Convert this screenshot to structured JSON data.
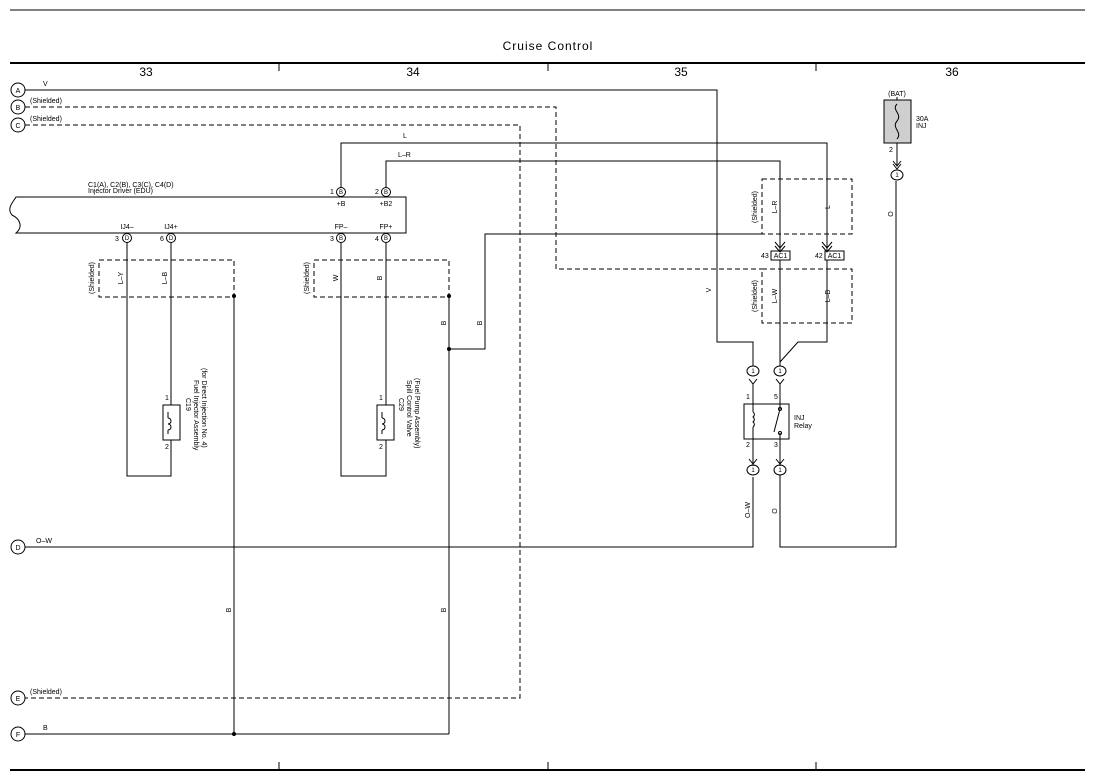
{
  "title": "Cruise Control",
  "columns": [
    "33",
    "34",
    "35",
    "36"
  ],
  "terminals": {
    "A": "A",
    "B": "B",
    "C": "C",
    "D": "D",
    "E": "E",
    "F": "F"
  },
  "terminal_labels": {
    "A": "V",
    "B": "(Shielded)",
    "C": "(Shielded)",
    "D": "O–W",
    "E": "(Shielded)",
    "F": "B"
  },
  "edu": {
    "connectors": "C1(A), C2(B), C3(C), C4(D)",
    "name": "Injector Driver (EDU)",
    "pins": [
      {
        "num": "3",
        "conn": "D",
        "label": "IJ4–"
      },
      {
        "num": "6",
        "conn": "D",
        "label": "IJ4+"
      },
      {
        "num": "1",
        "conn": "B",
        "label": "+B"
      },
      {
        "num": "2",
        "conn": "B",
        "label": "+B2"
      },
      {
        "num": "3",
        "conn": "B",
        "label": "FP–"
      },
      {
        "num": "4",
        "conn": "B",
        "label": "FP+"
      }
    ]
  },
  "wires": {
    "L": "L",
    "L_R": "L–R",
    "L_Y": "L–Y",
    "L_B": "L–B",
    "W": "W",
    "B": "B",
    "V": "V",
    "L_W": "L–W",
    "O": "O",
    "O_W": "O–W"
  },
  "shielded": "(Shielded)",
  "injector": {
    "code": "C19",
    "name": "Fuel Injector Assembly",
    "sub": "(for Direct Injection No. 4)",
    "pin1": "1",
    "pin2": "2"
  },
  "spill_valve": {
    "code": "C29",
    "name": "Spill Control Valve",
    "sub": "(Fuel Pump Assembly)",
    "pin1": "1",
    "pin2": "2"
  },
  "junctions": [
    {
      "pin": "43",
      "code": "AC1"
    },
    {
      "pin": "42",
      "code": "AC1"
    }
  ],
  "relay": {
    "name1": "INJ",
    "name2": "Relay",
    "pins": [
      "1",
      "5",
      "2",
      "3"
    ],
    "conn": "1"
  },
  "fuse": {
    "source": "(BAT)",
    "rating": "30A",
    "name": "INJ",
    "pin": "2",
    "conn": "1"
  }
}
